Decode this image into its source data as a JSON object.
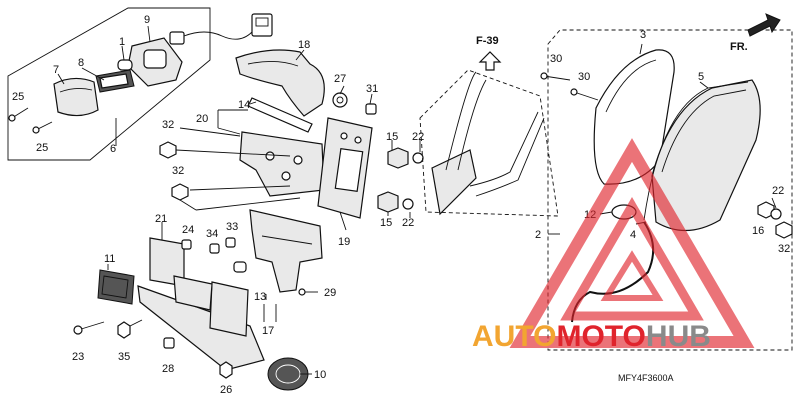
{
  "diagram": {
    "reference": "F-39",
    "front_marker": "FR.",
    "drawing_code": "MFY4F3600A",
    "watermark": {
      "text_a": "AUTO",
      "text_b": "MOTO",
      "text_c": "HUB"
    },
    "callouts": {
      "c1": "1",
      "c2": "2",
      "c3": "3",
      "c4": "4",
      "c5": "5",
      "c6": "6",
      "c7": "7",
      "c8": "8",
      "c9": "9",
      "c10": "10",
      "c11": "11",
      "c12": "12",
      "c13": "13",
      "c14": "14",
      "c15a": "15",
      "c15b": "15",
      "c16": "16",
      "c17": "17",
      "c18": "18",
      "c19": "19",
      "c20": "20",
      "c21": "21",
      "c22a": "22",
      "c22b": "22",
      "c22c": "22",
      "c23": "23",
      "c24": "24",
      "c25a": "25",
      "c25b": "25",
      "c26": "26",
      "c27": "27",
      "c28": "28",
      "c29": "29",
      "c30a": "30",
      "c30b": "30",
      "c31": "31",
      "c32a": "32",
      "c32b": "32",
      "c32c": "32",
      "c33": "33",
      "c34": "34",
      "c35": "35"
    }
  },
  "colors": {
    "watermark_red": "#e0242c",
    "watermark_orange": "#f2a531",
    "watermark_gray": "#8a8a8a"
  }
}
